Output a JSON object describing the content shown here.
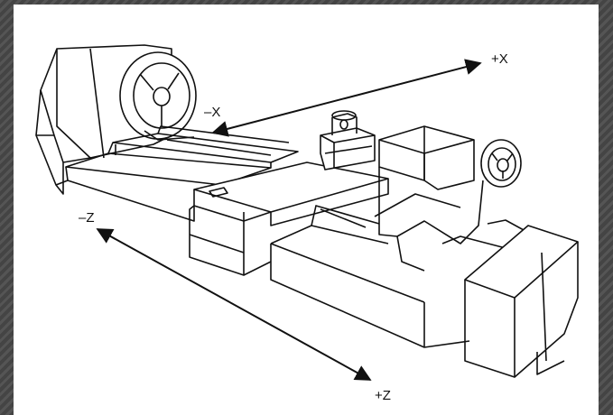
{
  "axes": {
    "plus_x": "+X",
    "minus_x": "–X",
    "minus_z": "–Z",
    "plus_z": "+Z"
  },
  "colors": {
    "background": "#4a4a4a",
    "paper": "#ffffff",
    "ink": "#111111"
  }
}
